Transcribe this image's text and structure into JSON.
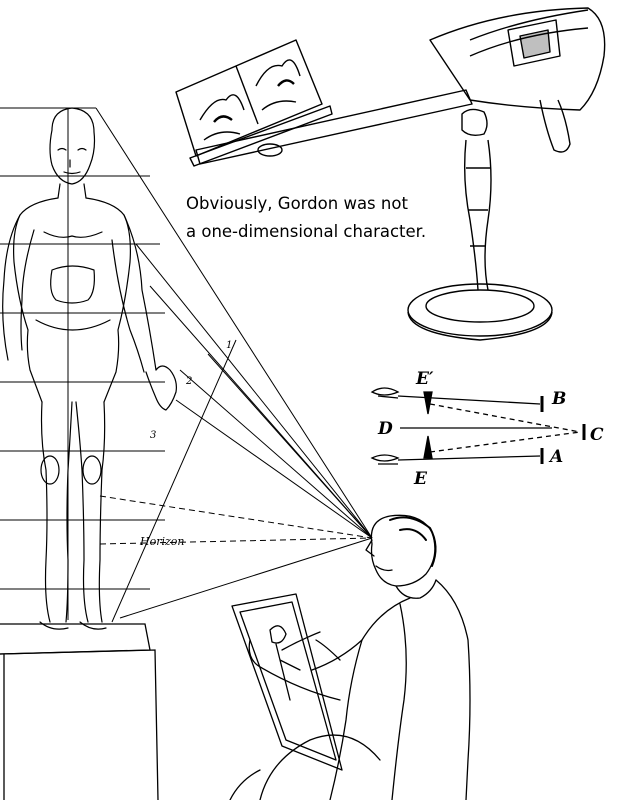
{
  "caption": {
    "line1": "Obviously, Gordon was not",
    "line2": "a one-dimensional character."
  },
  "perspective_diagram": {
    "horizon_label": "Horizon",
    "ray_numbers": [
      "1",
      "2",
      "3"
    ]
  },
  "stereo_diagram": {
    "labels": {
      "e_prime": "E′",
      "e": "E",
      "b": "B",
      "c": "C",
      "d": "D",
      "a": "A"
    }
  }
}
